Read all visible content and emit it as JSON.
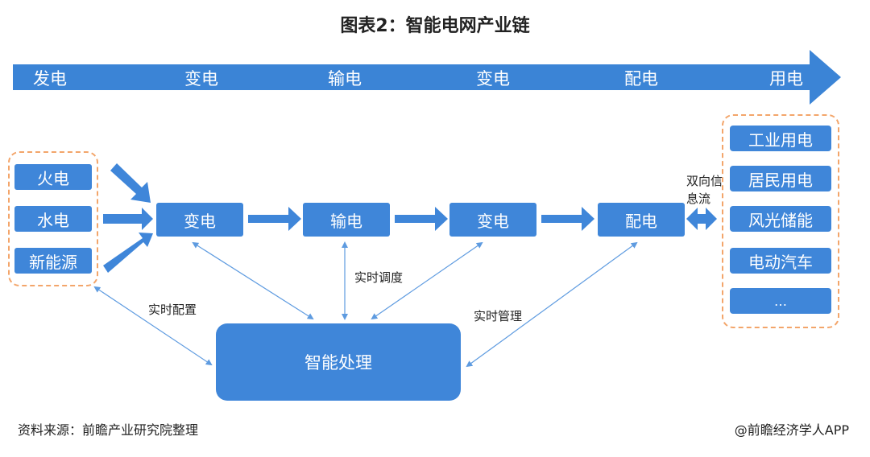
{
  "title": "图表2：智能电网产业链",
  "stages": [
    "发电",
    "变电",
    "输电",
    "变电",
    "配电",
    "用电"
  ],
  "sources": [
    "火电",
    "水电",
    "新能源"
  ],
  "chain": [
    "变电",
    "输电",
    "变电",
    "配电"
  ],
  "users": [
    "工业用电",
    "居民用电",
    "风光储能",
    "电动汽车",
    "…"
  ],
  "center": "智能处理",
  "labels": {
    "realtime_config": "实时配置",
    "realtime_dispatch": "实时调度",
    "realtime_manage": "实时管理",
    "bidirectional_line1": "双向信",
    "bidirectional_line2": "息流"
  },
  "footer": {
    "source": "资料来源：前瞻产业研究院整理",
    "brand": "@前瞻经济学人APP"
  },
  "colors": {
    "box": "#3f86d9",
    "banner": "#3b84d6",
    "dashed": "#f3a56a",
    "connector": "#5e9be0"
  }
}
